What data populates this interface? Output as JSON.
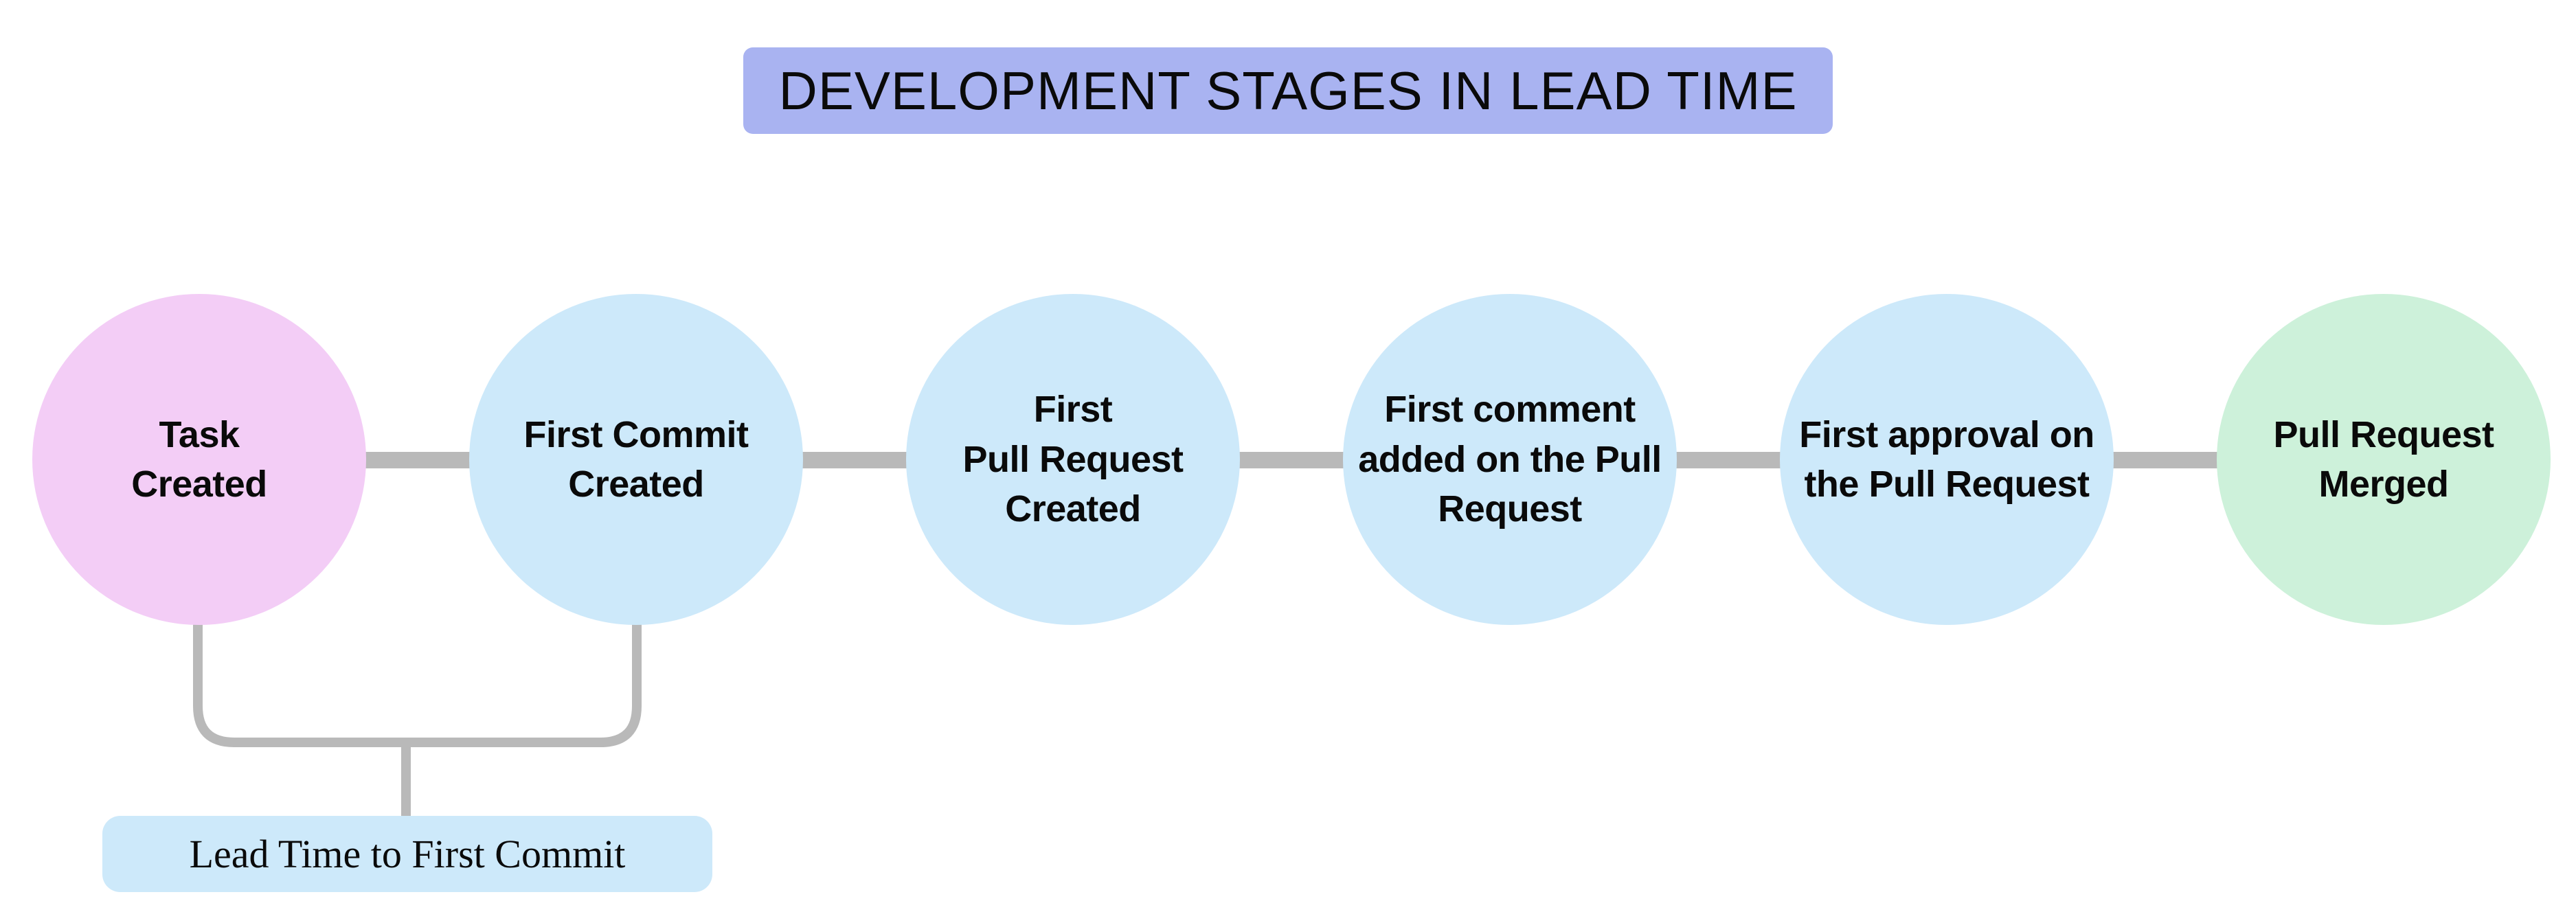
{
  "title": {
    "text": "DEVELOPMENT STAGES IN LEAD TIME",
    "bg": "#a9b3f1"
  },
  "stages": [
    {
      "label": "Task\nCreated",
      "color": "#f3cdf6"
    },
    {
      "label": "First Commit\nCreated",
      "color": "#cde9fa"
    },
    {
      "label": "First\nPull Request\nCreated",
      "color": "#cde9fa"
    },
    {
      "label": "First comment\nadded on the Pull\nRequest",
      "color": "#cde9fa"
    },
    {
      "label": "First approval on\nthe Pull Request",
      "color": "#cde9fa"
    },
    {
      "label": "Pull Request\nMerged",
      "color": "#cdf1da"
    }
  ],
  "annotation": {
    "label": "Lead Time to First Commit",
    "bg": "#cde9fa"
  },
  "colors": {
    "connector": "#b9b9b9",
    "text": "#0a0a0a",
    "background": "#ffffff"
  }
}
